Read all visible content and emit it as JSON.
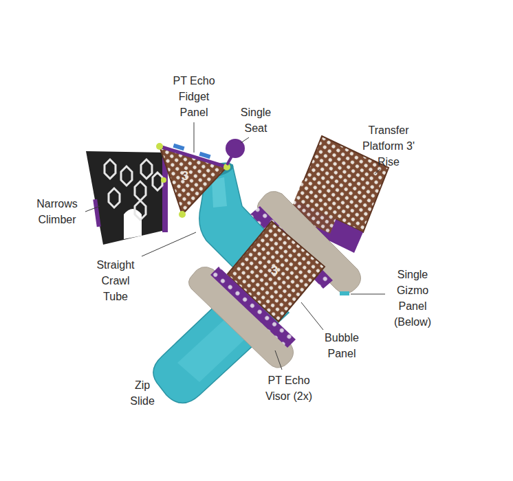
{
  "diagram": {
    "labels": [
      "PT Echo Fidget Panel",
      "Single Seat",
      "Transfer Platform 3' Rise",
      "Narrows Climber",
      "Straight Crawl Tube",
      "Single Gizmo Panel (Below)",
      "Bubble Panel",
      "PT Echo Visor (2x)",
      "Zip Slide",
      "3",
      "3"
    ]
  }
}
